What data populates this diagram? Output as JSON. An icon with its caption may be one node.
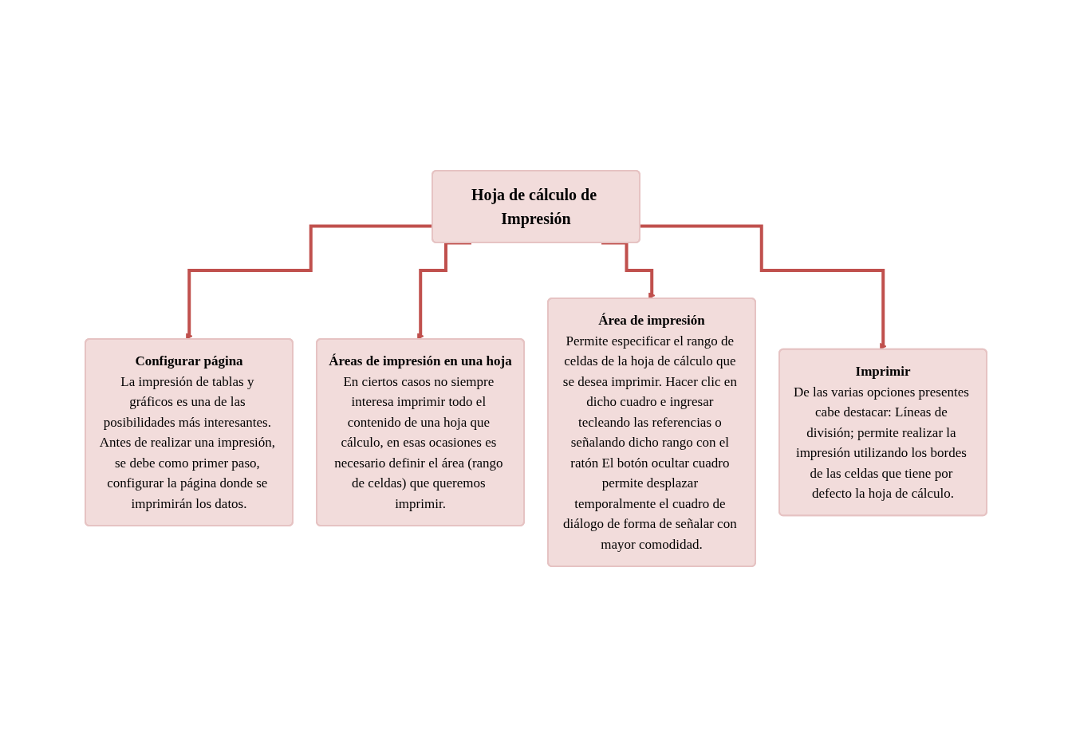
{
  "diagram": {
    "nodes": [
      {
        "text": [
          "Hoja de cálculo de Impresión"
        ]
      },
      {
        "text": [
          "Configurar página",
          "La impresión de tablas y gráficos es una de las posibilidades más interesantes. Antes de realizar una impresión, se debe como primer paso, configurar la página donde se imprimirán los datos."
        ]
      },
      {
        "text": [
          "Áreas de impresión en una hoja",
          "En ciertos casos no siempre interesa imprimir todo el contenido de una hoja que cálculo, en esas ocasiones es necesario definir el área (rango de celdas) que queremos imprimir."
        ]
      },
      {
        "text": [
          "Área de impresión",
          "Permite especificar el rango de celdas de la hoja de cálculo que se desea imprimir. Hacer clic en dicho cuadro e ingresar tecleando las referencias o señalando dicho rango con el ratón El botón ocultar cuadro permite desplazar temporalmente el cuadro de diálogo de forma de señalar con mayor comodidad."
        ]
      },
      {
        "text": [
          "Imprimir",
          "De las varias opciones presentes cabe destacar: Líneas de división; permite realizar la impresión utilizando los bordes de las celdas que tiene por defecto la hoja de cálculo."
        ]
      }
    ],
    "edges": [
      {
        "from": 0,
        "to": 1,
        "arrow": "to"
      },
      {
        "from": 0,
        "to": 2,
        "arrow": "to"
      },
      {
        "from": 0,
        "to": 3,
        "arrow": "to"
      },
      {
        "from": 0,
        "to": 4,
        "arrow": "to"
      }
    ]
  }
}
